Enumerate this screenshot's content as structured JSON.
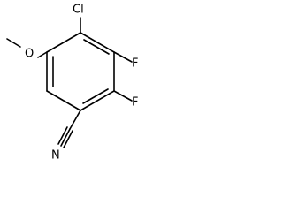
{
  "molecule": {
    "atoms": {
      "chlorine": "Cl",
      "methoxy_oxygen": "O",
      "fluorine_upper": "F",
      "fluorine_lower": "F",
      "nitrile_nitrogen": "N"
    }
  }
}
